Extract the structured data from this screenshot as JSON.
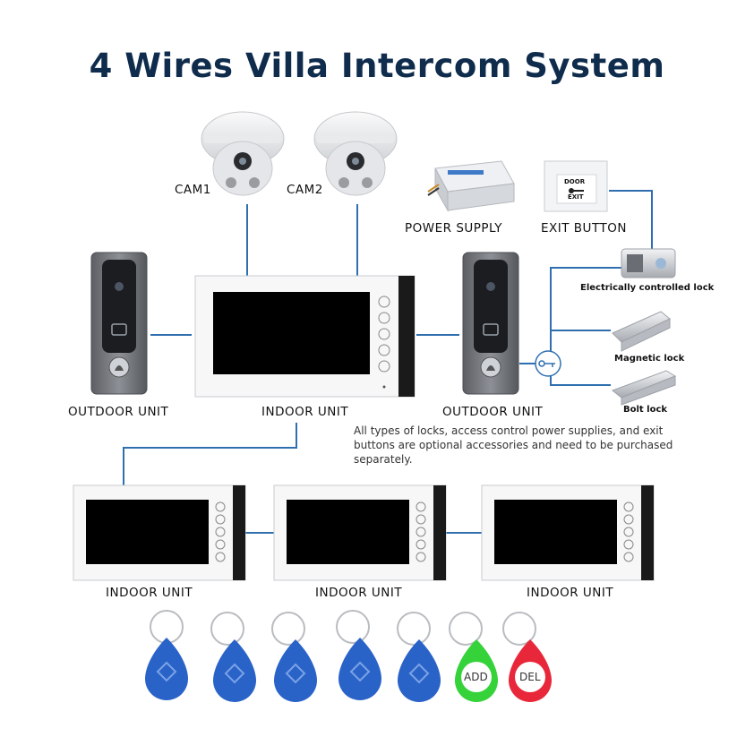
{
  "title": "4 Wires Villa Intercom System",
  "cameras": [
    {
      "label": "CAM1"
    },
    {
      "label": "CAM2"
    }
  ],
  "power_supply": {
    "label": "POWER SUPPLY"
  },
  "exit_button": {
    "label": "EXIT BUTTON",
    "face_text_top": "DOOR",
    "face_text_bottom": "EXIT"
  },
  "locks": [
    {
      "label": "Electrically controlled lock"
    },
    {
      "label": "Magnetic lock"
    },
    {
      "label": "Bolt lock"
    }
  ],
  "outdoor_units": [
    {
      "label": "OUTDOOR UNIT"
    },
    {
      "label": "OUTDOOR UNIT"
    }
  ],
  "indoor_units": [
    {
      "label": "INDOOR UNIT"
    },
    {
      "label": "INDOOR UNIT"
    },
    {
      "label": "INDOOR UNIT"
    },
    {
      "label": "INDOOR UNIT"
    }
  ],
  "note": "All types of locks, access control power supplies, and exit buttons are optional accessories and need to be purchased separately.",
  "rfid_tags": [
    {
      "color": "blue",
      "text": ""
    },
    {
      "color": "blue",
      "text": ""
    },
    {
      "color": "blue",
      "text": ""
    },
    {
      "color": "blue",
      "text": ""
    },
    {
      "color": "blue",
      "text": ""
    },
    {
      "color": "green",
      "text": "ADD"
    },
    {
      "color": "red",
      "text": "DEL"
    }
  ],
  "colors": {
    "title": "#0f2c4d",
    "wire": "#2f6fb0",
    "tag_blue": "#2a63c8",
    "tag_green": "#35d23a",
    "tag_red": "#e8283a"
  }
}
